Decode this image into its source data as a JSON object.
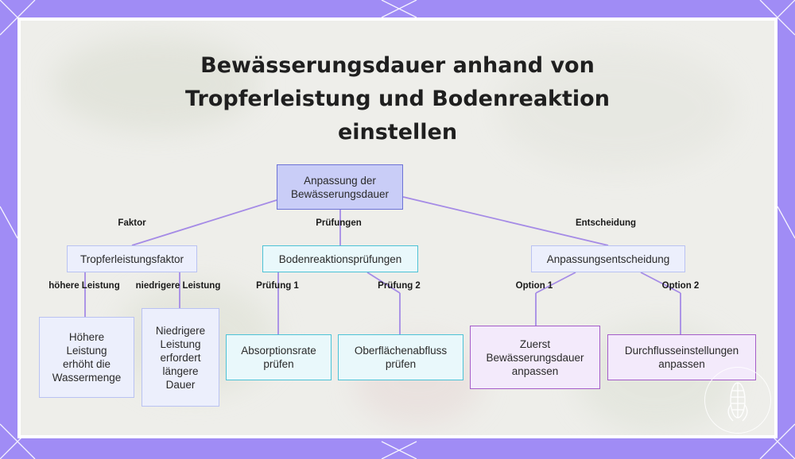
{
  "title_lines": [
    "Bewässerungsdauer anhand von",
    "Tropferleistung und Bodenreaktion",
    "einstellen"
  ],
  "nodes": {
    "root": "Anpassung der Bewässerungsdauer",
    "tropf": "Tropferleistungsfaktor",
    "boden": "Bodenreaktionsprüfungen",
    "anpass": "Anpassungsentscheidung",
    "hoehere": "Höhere Leistung erhöht die Wassermenge",
    "niedrigere": "Niedrigere Leistung erfordert längere Dauer",
    "absorption": "Absorptionsrate prüfen",
    "oberflaeche": "Oberflächenabfluss prüfen",
    "zuerst": "Zuerst Bewässerungsdauer anpassen",
    "durchfluss": "Durchflusseinstellungen anpassen"
  },
  "edge_labels": {
    "faktor": "Faktor",
    "pruefungen": "Prüfungen",
    "entscheidung": "Entscheidung",
    "hoehere_leistung": "höhere Leistung",
    "niedrigere_leistung": "niedrigere Leistung",
    "pruefung1": "Prüfung 1",
    "pruefung2": "Prüfung 2",
    "option1": "Option 1",
    "option2": "Option 2"
  },
  "colors": {
    "background": "#a08cf5",
    "edge": "#a58be6",
    "root_fill": "#c9cdf7",
    "cyan_border": "#4cc2d6",
    "purple_border": "#a45cc8"
  },
  "badge_icon": "corn-cob-icon"
}
